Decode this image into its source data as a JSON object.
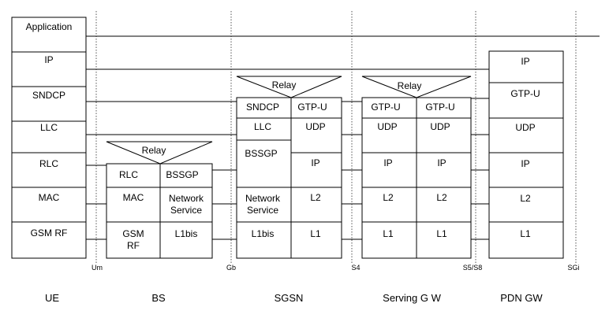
{
  "ue": {
    "application": "Application",
    "ip": "IP",
    "sndcp": "SNDCP",
    "llc": "LLC",
    "rlc": "RLC",
    "mac": "MAC",
    "gsm_rf": "GSM RF",
    "name": "UE"
  },
  "bs": {
    "relay": "Relay",
    "rlc": "RLC",
    "bssgp": "BSSGP",
    "mac": "MAC",
    "network_service": [
      "Network",
      "Service"
    ],
    "gsm_rf": [
      "GSM",
      "RF"
    ],
    "l1bis": "L1bis",
    "name": "BS"
  },
  "sgsn": {
    "relay": "Relay",
    "sndcp": "SNDCP",
    "gtpu": "GTP-U",
    "llc": "LLC",
    "udp": "UDP",
    "bssgp": "BSSGP",
    "ip": "IP",
    "network_service": [
      "Network",
      "Service"
    ],
    "l2": "L2",
    "l1bis": "L1bis",
    "l1": "L1",
    "name": "SGSN"
  },
  "sgw": {
    "relay": "Relay",
    "gtpu": "GTP-U",
    "udp": "UDP",
    "ip": "IP",
    "l2": "L2",
    "l1": "L1",
    "name": "Serving G W"
  },
  "pgw": {
    "ip": "IP",
    "gtpu": "GTP-U",
    "udp": "UDP",
    "ip2": "IP",
    "l2": "L2",
    "l1": "L1",
    "name": "PDN GW"
  },
  "interfaces": {
    "um": "Um",
    "gb": "Gb",
    "s4": "S4",
    "s5s8": "S5/S8",
    "sgi": "SGi"
  }
}
